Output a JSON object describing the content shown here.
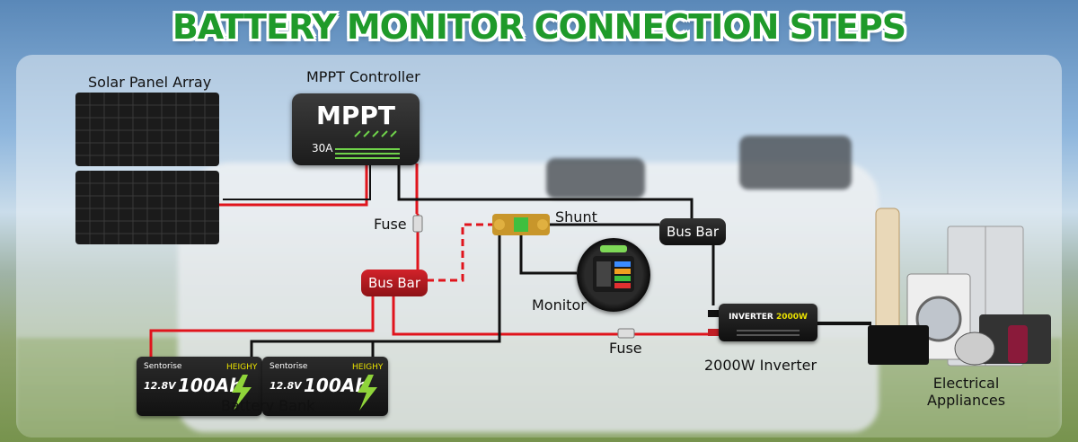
{
  "title": "BATTERY MONITOR CONNECTION STEPS",
  "labels": {
    "solar": "Solar Panel Array",
    "mppt_controller": "MPPT Controller",
    "fuse_top": "Fuse",
    "shunt": "Shunt",
    "bus_bar_right": "Bus Bar",
    "bus_bar_left": "Bus Bar",
    "monitor": "Monitor",
    "fuse_bottom": "Fuse",
    "inverter": "2000W Inverter",
    "battery_bank": "Battery Bank",
    "appliances_line1": "Electrical",
    "appliances_line2": "Appliances"
  },
  "device_text": {
    "mppt_brand": "MPPT",
    "mppt_amps": "30A",
    "inverter_prefix": "INVERTER",
    "inverter_watts": "2000W",
    "battery_brand": "Sentorise",
    "battery_voltage": "12.8V",
    "battery_capacity": "100Ah",
    "battery_series": "HEIGHY"
  },
  "colors": {
    "title": "#1f9a2a",
    "positive_wire": "#e0141c",
    "negative_wire": "#111111",
    "bus_bar_red": "#c01e25"
  },
  "icons": [
    "solar-panel-icon",
    "mppt-controller-icon",
    "fuse-icon",
    "shunt-icon",
    "monitor-icon",
    "inverter-icon",
    "battery-icon",
    "appliances-icon"
  ]
}
